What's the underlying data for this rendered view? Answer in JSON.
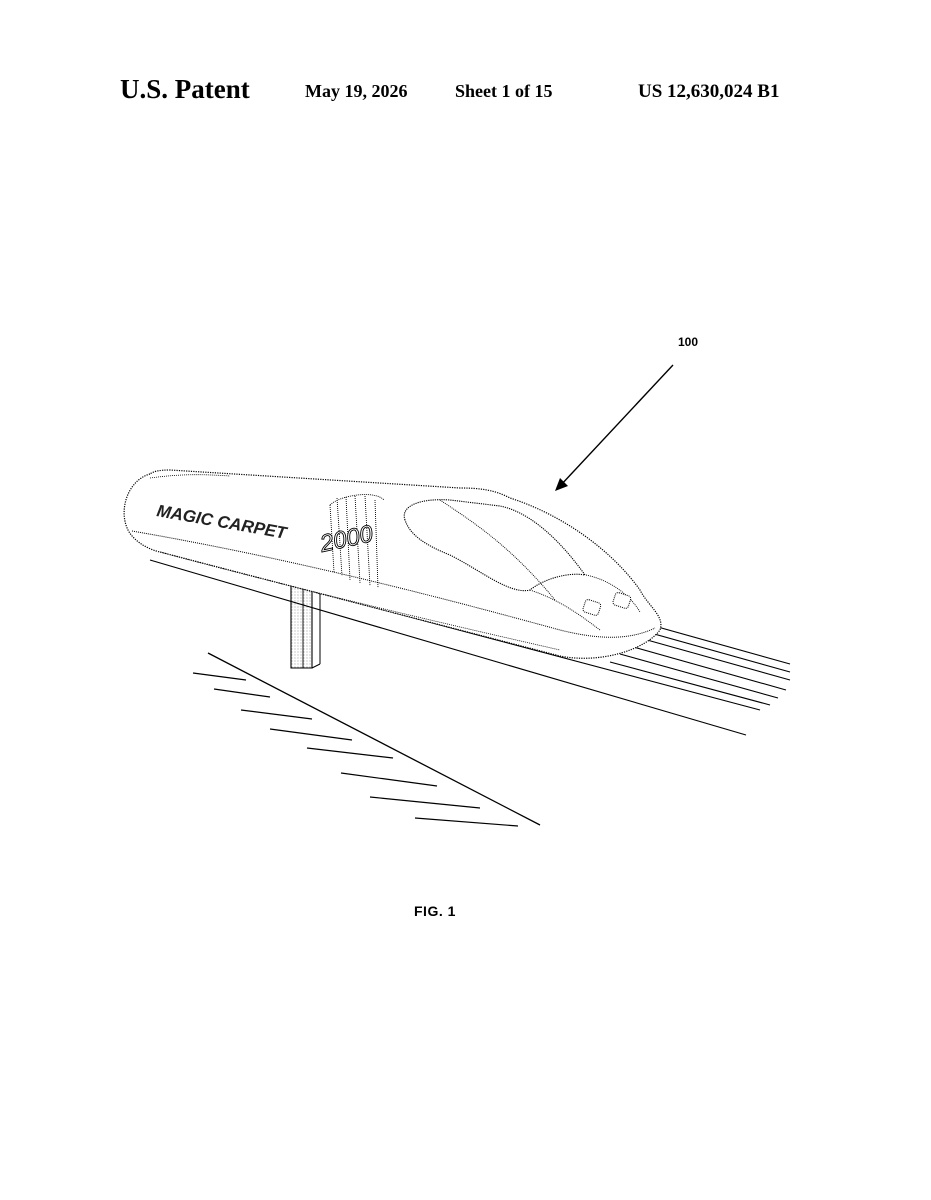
{
  "header": {
    "title": "U.S. Patent",
    "date": "May 19, 2026",
    "sheet": "Sheet 1 of 15",
    "patent_number": "US 12,630,024 B1"
  },
  "figure": {
    "reference_numeral": "100",
    "train_name": "MAGIC CARPET",
    "model_number": "2000",
    "caption": "FIG. 1"
  },
  "colors": {
    "ink": "#000000",
    "paper": "#ffffff",
    "stipple": "#555555"
  }
}
